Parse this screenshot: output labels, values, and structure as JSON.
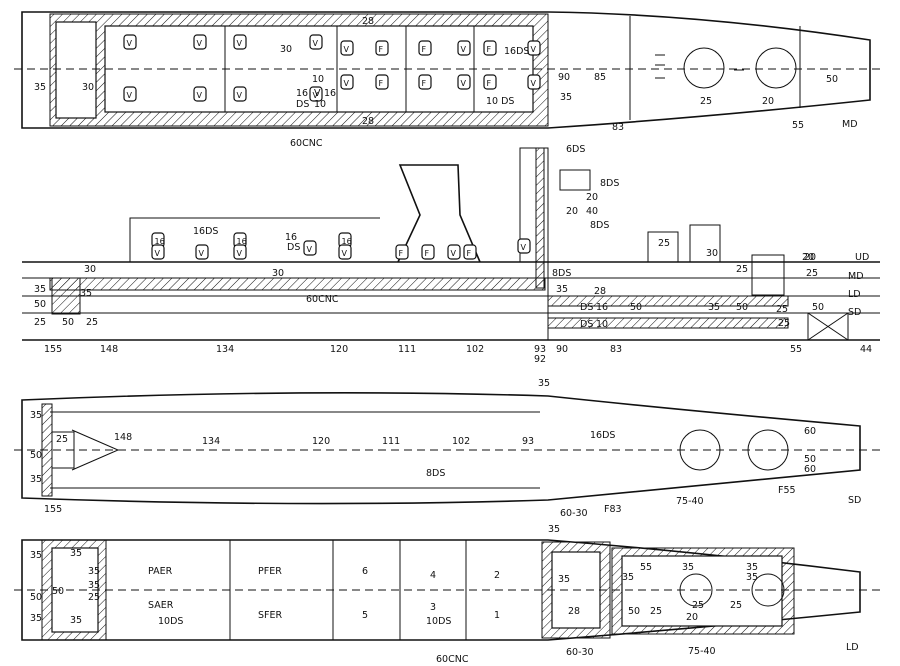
{
  "views": {
    "md": {
      "name": "MD",
      "frames": [
        "90",
        "85",
        "83",
        "55"
      ],
      "labels": [
        "35",
        "30",
        "28",
        "28",
        "30",
        "16DS",
        "10",
        "16",
        "V",
        "16",
        "DS",
        "10",
        "10 DS",
        "35",
        "25",
        "20",
        "50",
        "60CNC"
      ],
      "boxes": [
        "V",
        "V",
        "V",
        "V",
        "V",
        "F",
        "F",
        "V",
        "F",
        "V",
        "V",
        "V",
        "V",
        "V",
        "V",
        "F",
        "F",
        "V",
        "F",
        "V"
      ]
    },
    "profile": {
      "decks": [
        "UD",
        "MD",
        "LD",
        "SD"
      ],
      "frames": [
        "155",
        "148",
        "134",
        "120",
        "111",
        "102",
        "93",
        "92",
        "90",
        "83",
        "55",
        "44"
      ],
      "labels": [
        "6DS",
        "8DS",
        "20",
        "20",
        "40",
        "8DS",
        "16DS",
        "16",
        "DS",
        "25",
        "30",
        "35",
        "50",
        "25",
        "50",
        "25",
        "35",
        "30",
        "30",
        "60CNC",
        "8DS",
        "35",
        "28",
        "DS",
        "16",
        "DS",
        "10",
        "50",
        "35",
        "50",
        "25",
        "25",
        "20",
        "25",
        "20",
        "50",
        "25"
      ],
      "boxes": [
        "16",
        "V",
        "V",
        "16",
        "V",
        "V",
        "16",
        "V",
        "F",
        "F",
        "V",
        "F",
        "V"
      ]
    },
    "sd": {
      "name": "SD",
      "frames": [
        "148",
        "134",
        "120",
        "111",
        "102",
        "93",
        "155",
        "F83",
        "F55"
      ],
      "labels": [
        "35",
        "35",
        "25",
        "50",
        "35",
        "16DS",
        "8DS",
        "60-30",
        "75-40",
        "60",
        "50",
        "60"
      ]
    },
    "ld": {
      "name": "LD",
      "compartments": [
        "PAER",
        "PFER",
        "6",
        "4",
        "2",
        "SAER",
        "SFER",
        "5",
        "3",
        "1"
      ],
      "labels": [
        "35",
        "35",
        "35",
        "50",
        "50",
        "35",
        "25",
        "35",
        "35",
        "10DS",
        "10DS",
        "60CNC",
        "35",
        "35",
        "28",
        "60-30",
        "35",
        "55",
        "35",
        "35",
        "35",
        "50",
        "25",
        "25",
        "25",
        "20",
        "75-40"
      ]
    }
  }
}
